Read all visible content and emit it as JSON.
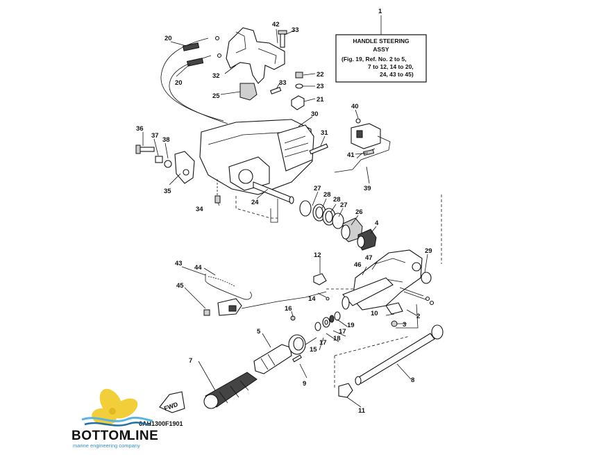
{
  "diagram": {
    "assembly_box": {
      "ref_number": "1",
      "lines": [
        "HANDLE STEERING",
        "ASSY",
        "(Fig. 19, Ref. No. 2 to 5,",
        "7 to 12, 14 to 20,",
        "24, 43 to 45)"
      ]
    },
    "callouts": {
      "c2": "2",
      "c3": "3",
      "c4": "4",
      "c5": "5",
      "c7": "7",
      "c8": "8",
      "c9": "9",
      "c10": "10",
      "c11": "11",
      "c12": "12",
      "c14": "14",
      "c15": "15",
      "c16": "16",
      "c17a": "17",
      "c17b": "17",
      "c18": "18",
      "c19": "19",
      "c20a": "20",
      "c20b": "20",
      "c21": "21",
      "c22": "22",
      "c23": "23",
      "c24": "24",
      "c25": "25",
      "c26": "26",
      "c27a": "27",
      "c27b": "27",
      "c28a": "28",
      "c28b": "28",
      "c29": "29",
      "c30": "30",
      "c31": "31",
      "c32": "32",
      "c33a": "33",
      "c33b": "33",
      "c34": "34",
      "c35": "35",
      "c36": "36",
      "c37": "37",
      "c38": "38",
      "c39": "39",
      "c40": "40",
      "c41": "41",
      "c42": "42",
      "c43": "43",
      "c44": "44",
      "c45": "45",
      "c46": "46",
      "c47": "47"
    },
    "fwd_label": "FWD",
    "drawing_code": "6AH1300F1901"
  },
  "logo": {
    "word_dark": "BOTTOM",
    "word_light": "LINE",
    "tagline": "marine engineering company",
    "colors": {
      "dark": "#1f6fa8",
      "light": "#5bb3e0",
      "prop": "#f2cf3a"
    }
  }
}
